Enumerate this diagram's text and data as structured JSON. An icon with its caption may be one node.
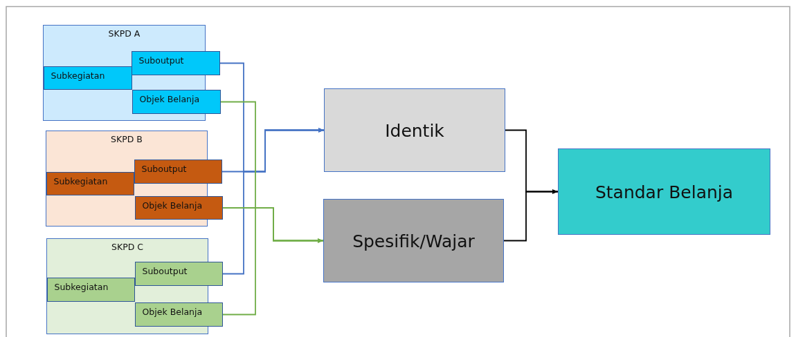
{
  "diagram": {
    "nodes": [
      {
        "text": [
          "SKPD A"
        ]
      },
      {
        "text": [
          "Subkegiatan"
        ],
        "in": 0
      },
      {
        "text": [
          "Suboutput"
        ],
        "in": 0
      },
      {
        "text": [
          "Objek Belanja"
        ],
        "in": 0
      },
      {
        "text": [
          "SKPD B"
        ]
      },
      {
        "text": [
          "Subkegiatan"
        ],
        "in": 4
      },
      {
        "text": [
          "Suboutput"
        ],
        "in": 4
      },
      {
        "text": [
          "Objek Belanja"
        ],
        "in": 4
      },
      {
        "text": [
          "SKPD C"
        ]
      },
      {
        "text": [
          "Subkegiatan"
        ],
        "in": 8
      },
      {
        "text": [
          "Suboutput"
        ],
        "in": 8
      },
      {
        "text": [
          "Objek Belanja"
        ],
        "in": 8
      },
      {
        "text": [
          "Identik"
        ]
      },
      {
        "text": [
          "Spesifik/Wajar"
        ]
      },
      {
        "text": [
          "Standar Belanja"
        ]
      }
    ],
    "edges": [
      {
        "from": 2,
        "to": 12,
        "arrow": "to",
        "color": "#4472c4"
      },
      {
        "from": 6,
        "to": 12,
        "arrow": "to",
        "color": "#4472c4"
      },
      {
        "from": 10,
        "to": 12,
        "arrow": "to",
        "color": "#4472c4"
      },
      {
        "from": 3,
        "to": 13,
        "arrow": "to",
        "color": "#70ad47"
      },
      {
        "from": 7,
        "to": 13,
        "arrow": "to",
        "color": "#70ad47"
      },
      {
        "from": 11,
        "to": 13,
        "arrow": "to",
        "color": "#70ad47"
      },
      {
        "from": 12,
        "to": 14,
        "arrow": "to",
        "color": "#000000"
      },
      {
        "from": 13,
        "to": 14,
        "arrow": "to",
        "color": "#000000"
      }
    ]
  }
}
